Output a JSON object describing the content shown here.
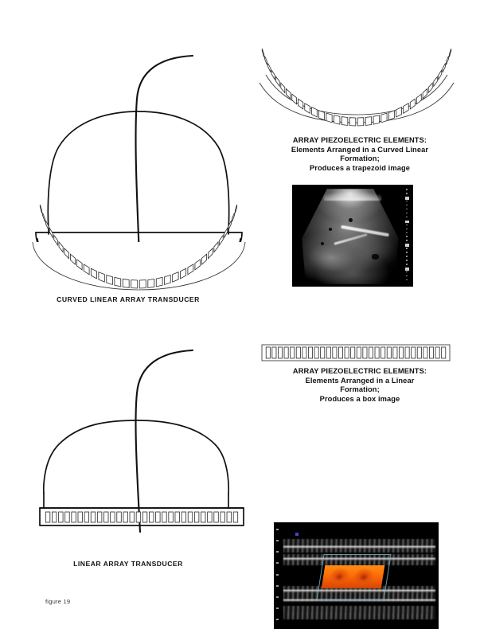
{
  "figure": {
    "caption": "figure 19"
  },
  "panels": [
    {
      "id": "curved",
      "transducer_label": "CURVED LINEAR ARRAY TRANSDUCER",
      "array_icon": "curved-array-strip-icon",
      "transducer_icon": "curved-linear-array-transducer-icon",
      "cable_icon": "transducer-cable-icon",
      "element_count": 32,
      "description": {
        "line1": "ARRAY PIEZOELECTRIC ELEMENTS:",
        "line2": "Elements Arranged in a Curved Linear",
        "line3": "Formation;",
        "line4": "Produces a trapezoid image"
      },
      "image": {
        "name": "trapezoid-ultrasound-image",
        "modality": "B-mode abdominal ultrasound",
        "format": "trapezoid"
      }
    },
    {
      "id": "linear",
      "transducer_label": "LINEAR ARRAY TRANSDUCER",
      "array_icon": "linear-array-strip-icon",
      "transducer_icon": "linear-array-transducer-icon",
      "cable_icon": "transducer-cable-icon",
      "element_count": 30,
      "description": {
        "line1": "ARRAY PIEZOELECTRIC ELEMENTS:",
        "line2": "Elements Arranged in a Linear",
        "line3": "Formation;",
        "line4": "Produces a box image"
      },
      "image": {
        "name": "box-color-doppler-image",
        "modality": "Color Doppler vascular ultrasound",
        "format": "box"
      }
    }
  ],
  "colors": {
    "background": "#ffffff",
    "line": "#111111",
    "text": "#111111",
    "image_background": "#000000",
    "doppler_flow": "#ff7208",
    "doppler_box_border": "#78afbe"
  }
}
